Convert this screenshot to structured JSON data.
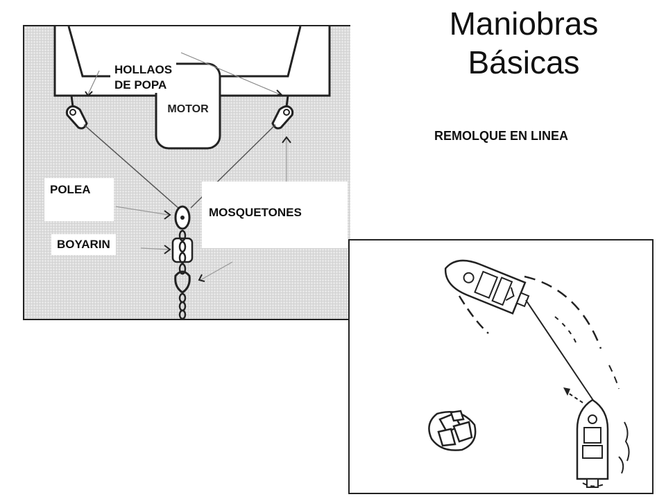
{
  "slide": {
    "title_line1": "Maniobras",
    "title_line2": "Básicas",
    "subtitle": "REMOLQUE EN LINEA"
  },
  "diagram_top": {
    "labels": {
      "hollaos_line1": "HOLLAOS",
      "hollaos_line2": "DE POPA",
      "motor": "MOTOR",
      "polea": "POLEA",
      "boyarin": "BOYARIN",
      "mosquetones": "MOSQUETONES"
    }
  },
  "colors": {
    "background": "#ffffff",
    "hatch": "#e6e6e6",
    "ink": "#222222"
  }
}
